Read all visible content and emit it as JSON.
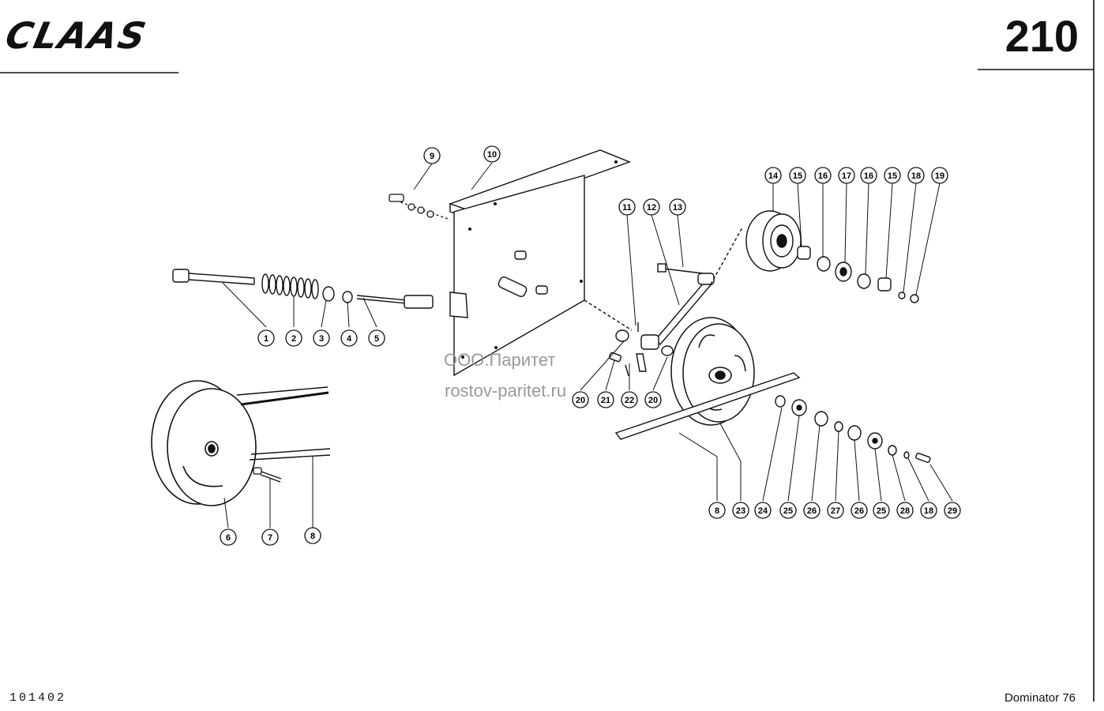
{
  "header": {
    "brand": "CLAAS",
    "page_number": "210"
  },
  "footer": {
    "document_number": "101402",
    "model": "Dominator 76"
  },
  "watermark": {
    "line1": "ООО.Паритет",
    "line2": "rostov-paritet.ru"
  },
  "callouts": [
    "1",
    "2",
    "3",
    "4",
    "5",
    "6",
    "7",
    "8",
    "9",
    "10",
    "11",
    "12",
    "13",
    "14",
    "15",
    "16",
    "17",
    "16",
    "15",
    "18",
    "19",
    "20",
    "21",
    "22",
    "20",
    "8",
    "23",
    "24",
    "25",
    "26",
    "27",
    "26",
    "25",
    "28",
    "18",
    "29"
  ]
}
